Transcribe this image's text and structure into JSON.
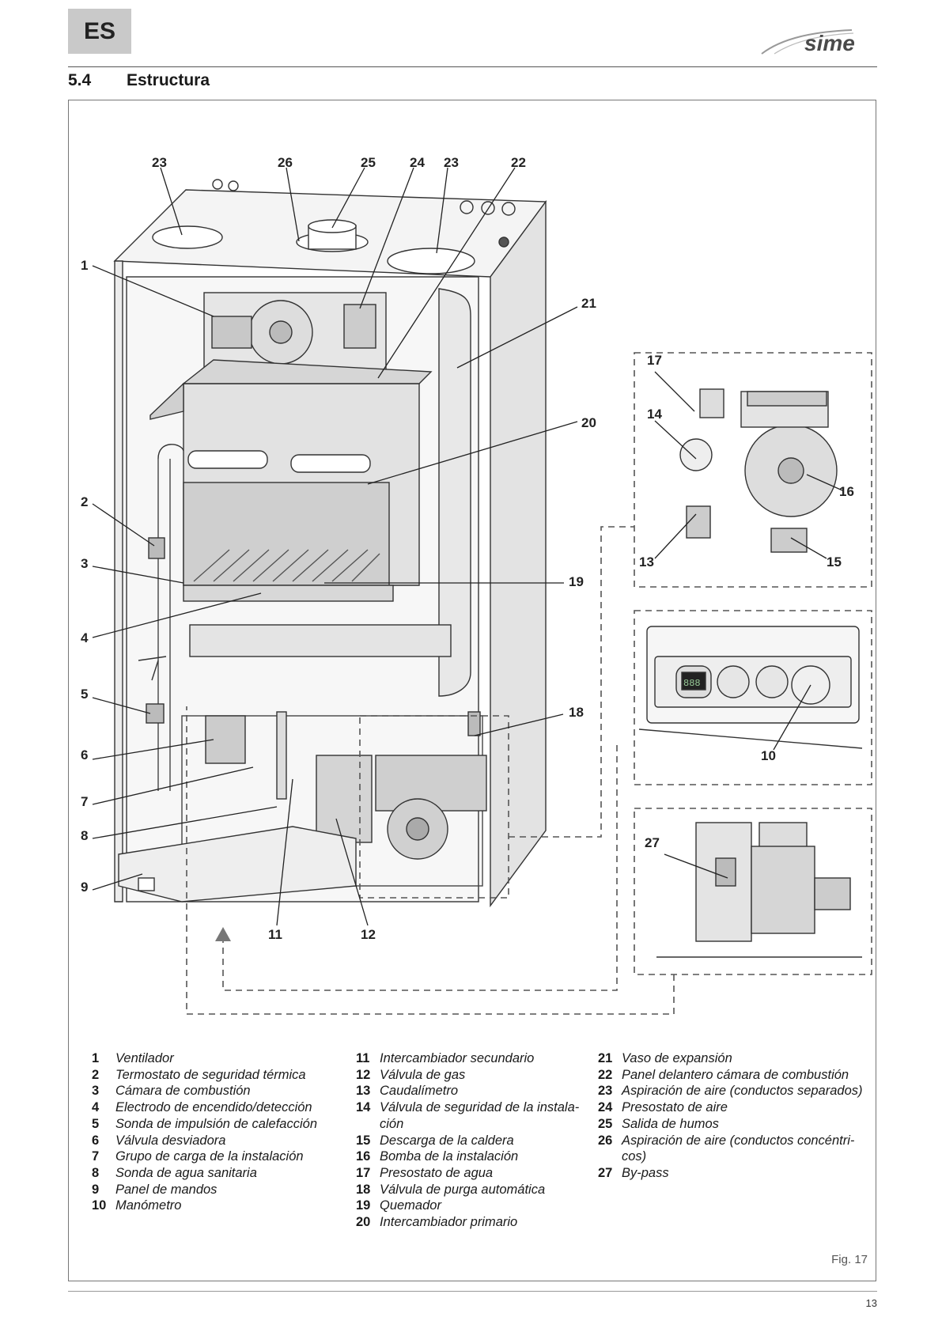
{
  "header": {
    "lang": "ES",
    "brand": "sime",
    "section_number": "5.4",
    "section_title": "Estructura"
  },
  "callouts": {
    "c23a": "23",
    "c26": "26",
    "c25": "25",
    "c24": "24",
    "c23b": "23",
    "c22": "22",
    "c1": "1",
    "c21": "21",
    "c17": "17",
    "c14": "14",
    "c20": "20",
    "c16": "16",
    "c2": "2",
    "c3": "3",
    "c13": "13",
    "c15": "15",
    "c19": "19",
    "c4": "4",
    "c5": "5",
    "c18": "18",
    "c6": "6",
    "c10": "10",
    "c7": "7",
    "c8": "8",
    "c27": "27",
    "c9": "9",
    "c11": "11",
    "c12": "12"
  },
  "display": {
    "digits": "888"
  },
  "legend": {
    "col1": [
      {
        "num": "1",
        "text": "Ventilador"
      },
      {
        "num": "2",
        "text": "Termostato de seguridad térmica"
      },
      {
        "num": "3",
        "text": "Cámara de combustión"
      },
      {
        "num": "4",
        "text": "Electrodo de encendido/detección"
      },
      {
        "num": "5",
        "text": "Sonda de impulsión de calefacción"
      },
      {
        "num": "6",
        "text": "Válvula desviadora"
      },
      {
        "num": "7",
        "text": "Grupo de carga de la instalación"
      },
      {
        "num": "8",
        "text": "Sonda de agua sanitaria"
      },
      {
        "num": "9",
        "text": "Panel de mandos"
      },
      {
        "num": "10",
        "text": "Manómetro"
      }
    ],
    "col2": [
      {
        "num": "11",
        "text": "Intercambiador secundario"
      },
      {
        "num": "12",
        "text": "Válvula de gas"
      },
      {
        "num": "13",
        "text": "Caudalímetro"
      },
      {
        "num": "14",
        "text": "Válvula de seguridad de la instala-"
      },
      {
        "num": "",
        "text": "ción"
      },
      {
        "num": "15",
        "text": "Descarga de la caldera"
      },
      {
        "num": "16",
        "text": "Bomba de la instalación"
      },
      {
        "num": "17",
        "text": "Presostato de agua"
      },
      {
        "num": "18",
        "text": "Válvula de purga automática"
      },
      {
        "num": "19",
        "text": "Quemador"
      },
      {
        "num": "20",
        "text": "Intercambiador primario"
      }
    ],
    "col3": [
      {
        "num": "21",
        "text": "Vaso de expansión"
      },
      {
        "num": "22",
        "text": "Panel delantero cámara de combustión"
      },
      {
        "num": "23",
        "text": "Aspiración de aire (conductos separados)"
      },
      {
        "num": "24",
        "text": "Presostato de aire"
      },
      {
        "num": "25",
        "text": "Salida de humos"
      },
      {
        "num": "26",
        "text": "Aspiración de aire (conductos concéntri-"
      },
      {
        "num": "",
        "text": "cos)"
      },
      {
        "num": "27",
        "text": "By-pass"
      }
    ]
  },
  "figure_label": "Fig. 17",
  "page_number": "13"
}
